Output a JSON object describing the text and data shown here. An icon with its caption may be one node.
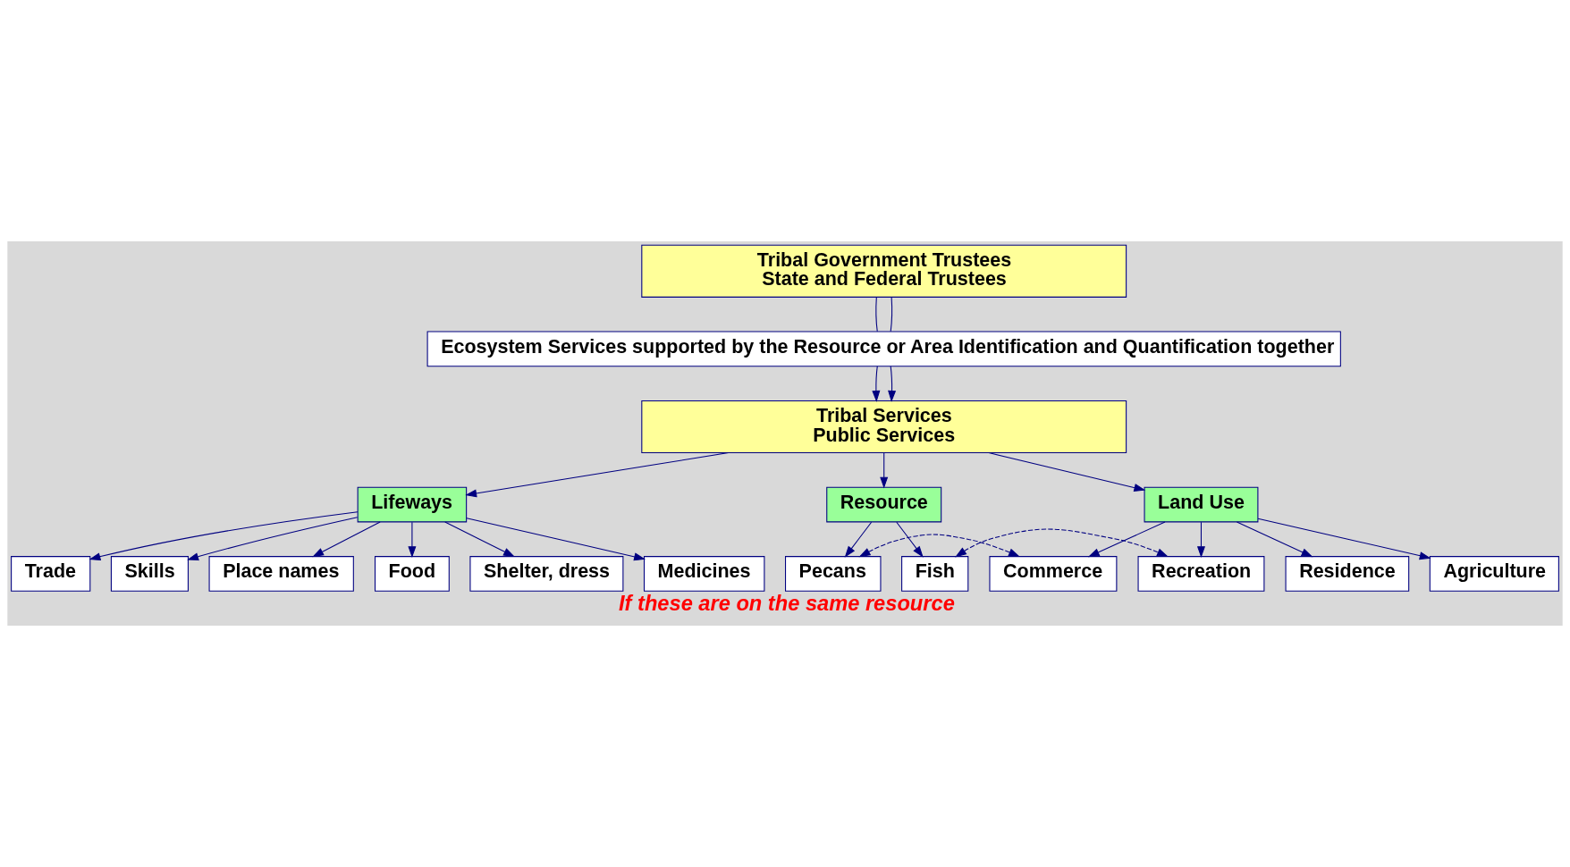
{
  "diagram": {
    "caption": "If these are on the same resource",
    "nodes": [
      {
        "text": [
          "Tribal Government Trustees",
          "State and Federal Trustees"
        ]
      },
      {
        "text": [
          "Ecosystem Services supported by the Resource or Area Identification and Quantification together"
        ]
      },
      {
        "text": [
          "Tribal Services",
          "Public Services"
        ]
      },
      {
        "text": [
          "Lifeways"
        ]
      },
      {
        "text": [
          "Trade"
        ]
      },
      {
        "text": [
          "Skills"
        ]
      },
      {
        "text": [
          "Place names"
        ]
      },
      {
        "text": [
          "Food"
        ]
      },
      {
        "text": [
          "Shelter, dress"
        ]
      },
      {
        "text": [
          "Medicines"
        ]
      },
      {
        "text": [
          "Resource"
        ]
      },
      {
        "text": [
          "Land Use"
        ]
      },
      {
        "text": [
          "Pecans"
        ]
      },
      {
        "text": [
          "Commerce"
        ]
      },
      {
        "text": [
          "Fish"
        ]
      },
      {
        "text": [
          "Recreation"
        ]
      },
      {
        "text": [
          "Residence"
        ]
      },
      {
        "text": [
          "Agriculture"
        ]
      }
    ],
    "edges": [
      {
        "from": 0,
        "to": 1,
        "arrow": "none"
      },
      {
        "from": 0,
        "to": 1,
        "arrow": "none"
      },
      {
        "from": 1,
        "to": 2,
        "arrow": "to"
      },
      {
        "from": 1,
        "to": 2,
        "arrow": "to"
      },
      {
        "from": 2,
        "to": 3,
        "arrow": "to"
      },
      {
        "from": 2,
        "to": 10,
        "arrow": "to"
      },
      {
        "from": 2,
        "to": 11,
        "arrow": "to"
      },
      {
        "from": 3,
        "to": 4,
        "arrow": "to"
      },
      {
        "from": 3,
        "to": 5,
        "arrow": "to"
      },
      {
        "from": 3,
        "to": 6,
        "arrow": "to"
      },
      {
        "from": 3,
        "to": 7,
        "arrow": "to"
      },
      {
        "from": 3,
        "to": 8,
        "arrow": "to"
      },
      {
        "from": 3,
        "to": 9,
        "arrow": "to"
      },
      {
        "from": 10,
        "to": 12,
        "arrow": "to"
      },
      {
        "from": 10,
        "to": 14,
        "arrow": "to"
      },
      {
        "from": 11,
        "to": 13,
        "arrow": "to"
      },
      {
        "from": 11,
        "to": 15,
        "arrow": "to"
      },
      {
        "from": 11,
        "to": 16,
        "arrow": "to"
      },
      {
        "from": 11,
        "to": 17,
        "arrow": "to"
      },
      {
        "from": 12,
        "to": 13,
        "arrow": "both",
        "style": "dashed"
      },
      {
        "from": 14,
        "to": 15,
        "arrow": "both",
        "style": "dashed"
      }
    ]
  }
}
